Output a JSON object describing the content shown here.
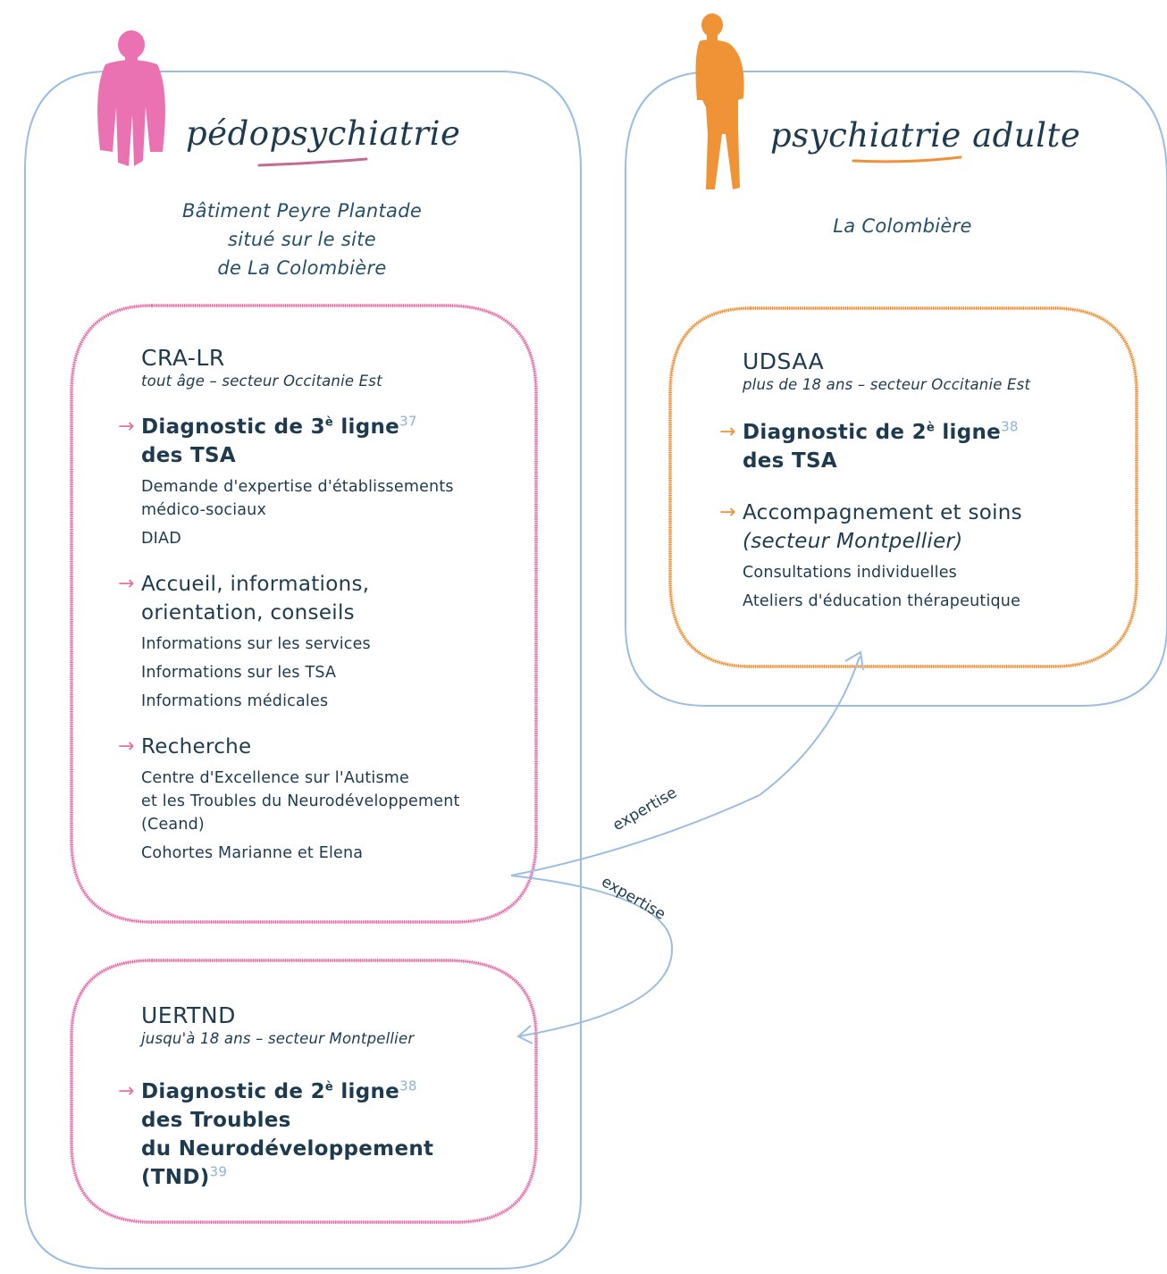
{
  "columns": {
    "pedo": {
      "title": "pédopsychiatrie",
      "location_lines": [
        "Bâtiment Peyre Plantade",
        "situé sur le site",
        "de La Colombière"
      ]
    },
    "adult": {
      "title": "psychiatrie adulte",
      "location_lines": [
        "La Colombière"
      ]
    }
  },
  "units": {
    "cra": {
      "name": "CRA-LR",
      "subtitle": "tout âge – secteur Occitanie Est",
      "services": [
        {
          "title_parts": [
            "Diagnostic de 3",
            "è",
            " ligne",
            "des TSA"
          ],
          "footnote": "37",
          "items": [
            [
              "Demande d'expertise d'établissements",
              "médico-sociaux"
            ],
            [
              "DIAD"
            ]
          ]
        },
        {
          "title_lines": [
            "Accueil, informations,",
            "orientation, conseils"
          ],
          "items": [
            [
              "Informations sur les services"
            ],
            [
              "Informations sur les TSA"
            ],
            [
              "Informations médicales"
            ]
          ]
        },
        {
          "title_lines": [
            "Recherche"
          ],
          "items": [
            [
              "Centre d'Excellence sur l'Autisme",
              "et les Troubles du Neurodéveloppement",
              "(Ceand)"
            ],
            [
              "Cohortes Marianne et Elena"
            ]
          ]
        }
      ]
    },
    "uertnd": {
      "name": "UERTND",
      "subtitle": "jusqu'à 18 ans – secteur Montpellier",
      "services": [
        {
          "title_parts": [
            "Diagnostic de 2",
            "è",
            " ligne",
            "des Troubles",
            "du Neurodéveloppement",
            "(TND)"
          ],
          "footnote": "38",
          "footnote2": "39"
        }
      ]
    },
    "udsaa": {
      "name": "UDSAA",
      "subtitle": "plus de 18 ans – secteur Occitanie Est",
      "services": [
        {
          "title_parts": [
            "Diagnostic de 2",
            "è",
            " ligne",
            "des TSA"
          ],
          "footnote": "38"
        },
        {
          "title_lines": [
            "Accompagnement et soins",
            "(secteur Montpellier)"
          ],
          "items": [
            [
              "Consultations individuelles"
            ],
            [
              "Ateliers d'éducation thérapeutique"
            ]
          ]
        }
      ]
    }
  },
  "flows": {
    "to_udsaa": "expertise",
    "to_uertnd": "expertise"
  },
  "colors": {
    "outline_blue": "#9bbde2",
    "pink": "#e66fac",
    "orange": "#ef9137",
    "navy": "#1d3a4f",
    "footnote": "#8fb2d9"
  },
  "icons": [
    "child-figure-icon",
    "adult-figure-icon",
    "arrow-right-icon"
  ]
}
